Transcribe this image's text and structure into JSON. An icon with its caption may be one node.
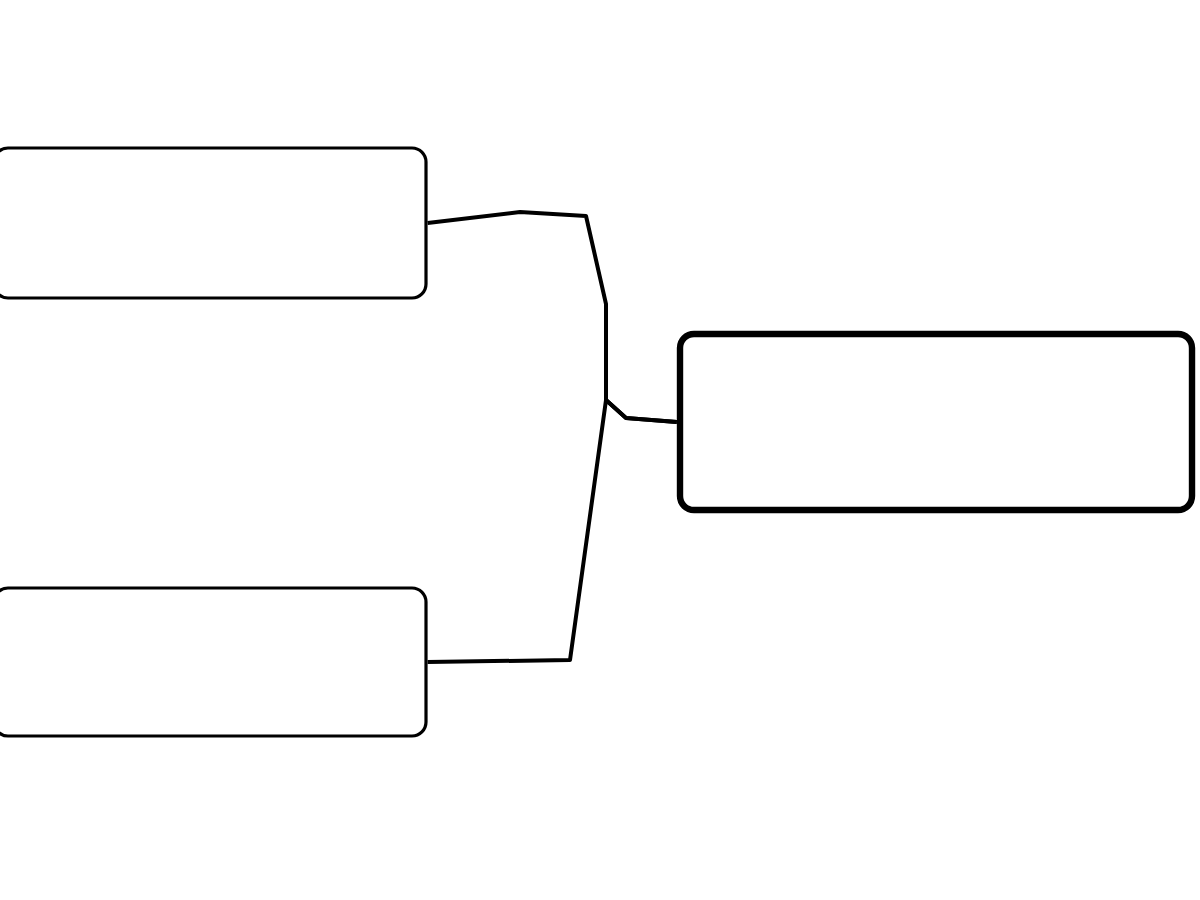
{
  "diagram": {
    "nodes": [
      {
        "text": [],
        "shape": "box"
      },
      {
        "text": [],
        "shape": "box"
      },
      {
        "text": [],
        "shape": "box"
      }
    ],
    "edges": [
      {
        "from": 0,
        "to": 2,
        "arrow": "none"
      },
      {
        "from": 1,
        "to": 2,
        "arrow": "none"
      }
    ]
  }
}
